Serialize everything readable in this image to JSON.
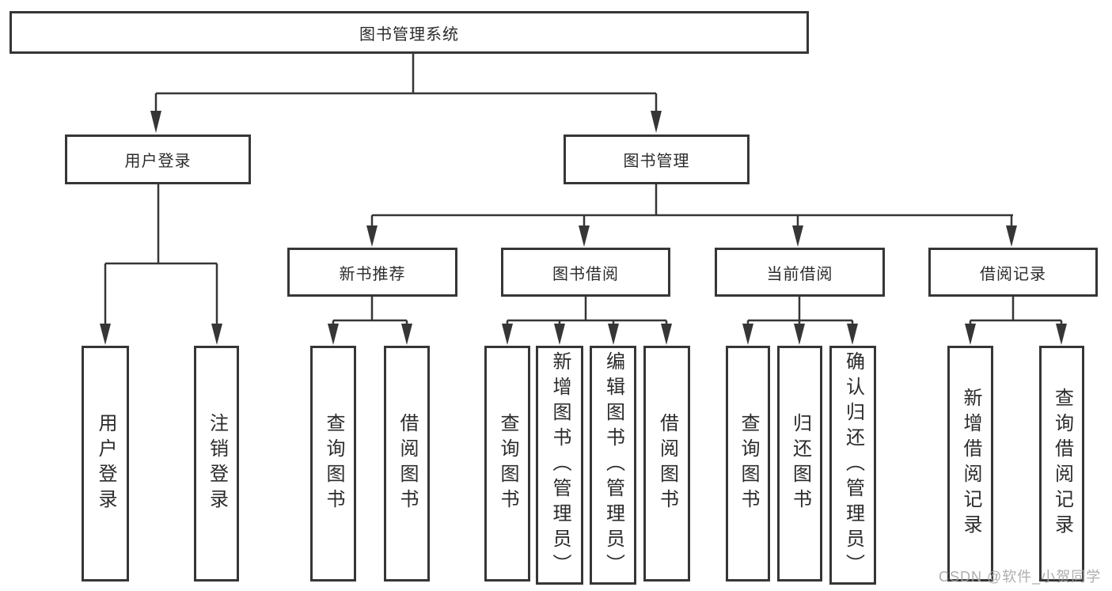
{
  "root": {
    "label": "图书管理系统"
  },
  "level2": [
    {
      "label": "用户登录"
    },
    {
      "label": "图书管理"
    }
  ],
  "level3": [
    {
      "label": "新书推荐"
    },
    {
      "label": "图书借阅"
    },
    {
      "label": "当前借阅"
    },
    {
      "label": "借阅记录"
    }
  ],
  "leaves": [
    {
      "label": "用户登录"
    },
    {
      "label": "注销登录"
    },
    {
      "label": "查询图书"
    },
    {
      "label": "借阅图书"
    },
    {
      "label": "查询图书"
    },
    {
      "label": "新增图书（管理员）"
    },
    {
      "label": "编辑图书（管理员）"
    },
    {
      "label": "借阅图书"
    },
    {
      "label": "查询图书"
    },
    {
      "label": "归还图书"
    },
    {
      "label": "确认归还（管理员）"
    },
    {
      "label": "新增借阅记录"
    },
    {
      "label": "查询借阅记录"
    }
  ],
  "watermark": {
    "text": "CSDN @软件_小贺同学"
  },
  "colors": {
    "line": "#363636",
    "box_border": "#363636",
    "box_fill": "#ffffff",
    "text": "#2b2b2b",
    "watermark": "#a5a5a5"
  }
}
